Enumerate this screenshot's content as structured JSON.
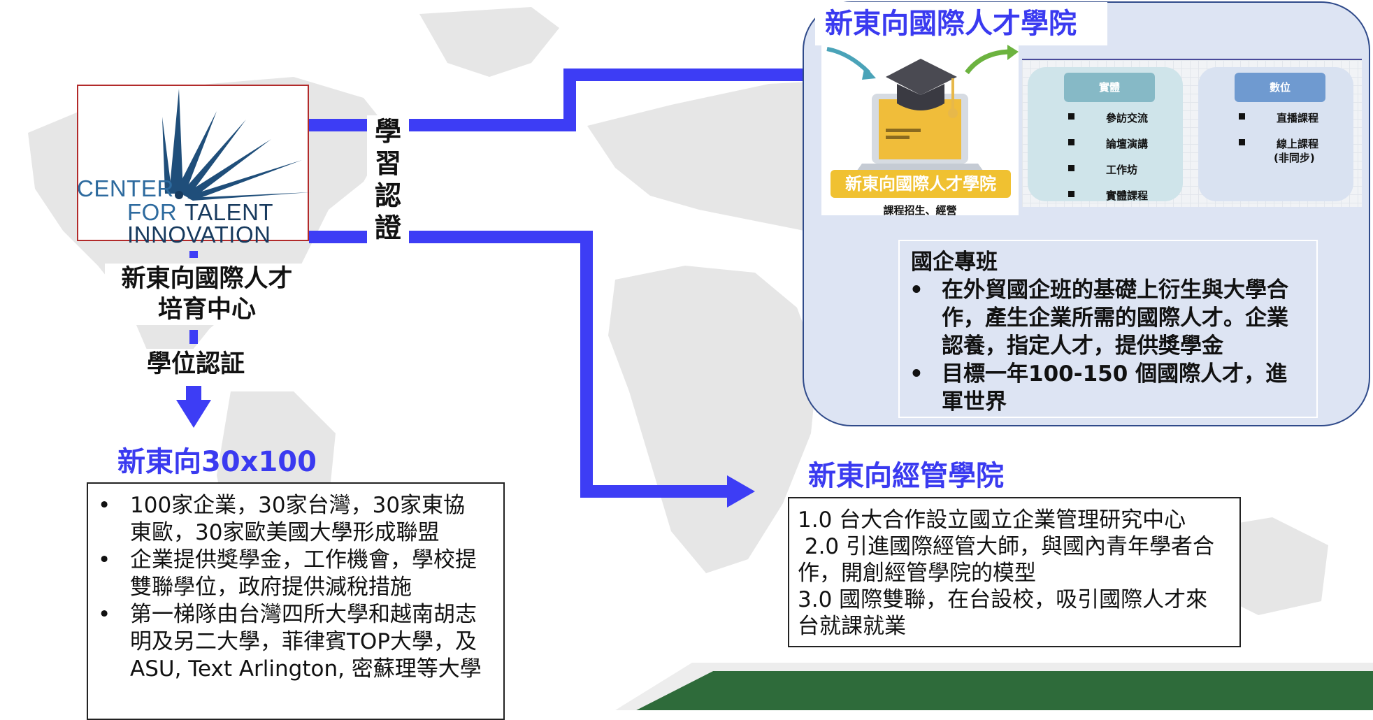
{
  "colors": {
    "arrow_blue": "#3d3df5",
    "title_blue": "#3a3af0",
    "panel_bg": "#dde4f3",
    "logo_border": "#b22a2a",
    "logo_blue": "#2d6a9e",
    "logo_navy": "#173a5e",
    "green_band": "#2e6b3a",
    "card1_bg": "#cfe4ea",
    "card1_head": "#86b9c6",
    "card2_bg": "#d9e2f1",
    "card2_head": "#6f9ad0",
    "banner_yellow": "#f0c131"
  },
  "logo": {
    "line1": "CENTER",
    "line2_a": "FOR",
    "line2_b": "TALENT",
    "line3": "INNOVATION"
  },
  "learning_cert_label": "學習認證",
  "center_name": [
    "新東向國際人才",
    "培育中心"
  ],
  "degree_cert_label": "學位認証",
  "nsb": {
    "title": "新東向30x100",
    "bullets": [
      "100家企業，30家台灣，30家東協東歐，30家歐美國大學形成聯盟",
      "企業提供獎學金，工作機會，學校提雙聯學位，政府提供減稅措施",
      "第一梯隊由台灣四所大學和越南胡志明及另二大學，菲律賓TOP大學，及ASU, Text Arlington, 密蘇理等大學"
    ]
  },
  "academy": {
    "title": "新東向國際人才學院",
    "banner": "新東向國際人才學院",
    "caption": "課程招生、經營",
    "icon": "laptop-graduation-cap-icon",
    "card_physical": {
      "head": "實體",
      "items": [
        "參訪交流",
        "論壇演講",
        "工作坊",
        "實體課程"
      ]
    },
    "card_digital": {
      "head": "數位",
      "items": [
        "直播課程",
        "線上課程",
        "(非同步)"
      ]
    },
    "soe": {
      "title": "國企專班",
      "bullets": [
        "在外貿國企班的基礎上衍生與大學合作，產生企業所需的國際人才。企業認養，指定人才，提供獎學金",
        "目標一年100-150 個國際人才，進軍世界"
      ]
    }
  },
  "mgmt": {
    "title": "新東向經管學院",
    "lines": [
      "1.0 台大合作設立國立企業管理研究中心",
      " 2.0 引進國際經管大師，與國內青年學者合作，開創經管學院的模型",
      "3.0 國際雙聯，在台設校，吸引國際人才來台就課就業"
    ]
  }
}
